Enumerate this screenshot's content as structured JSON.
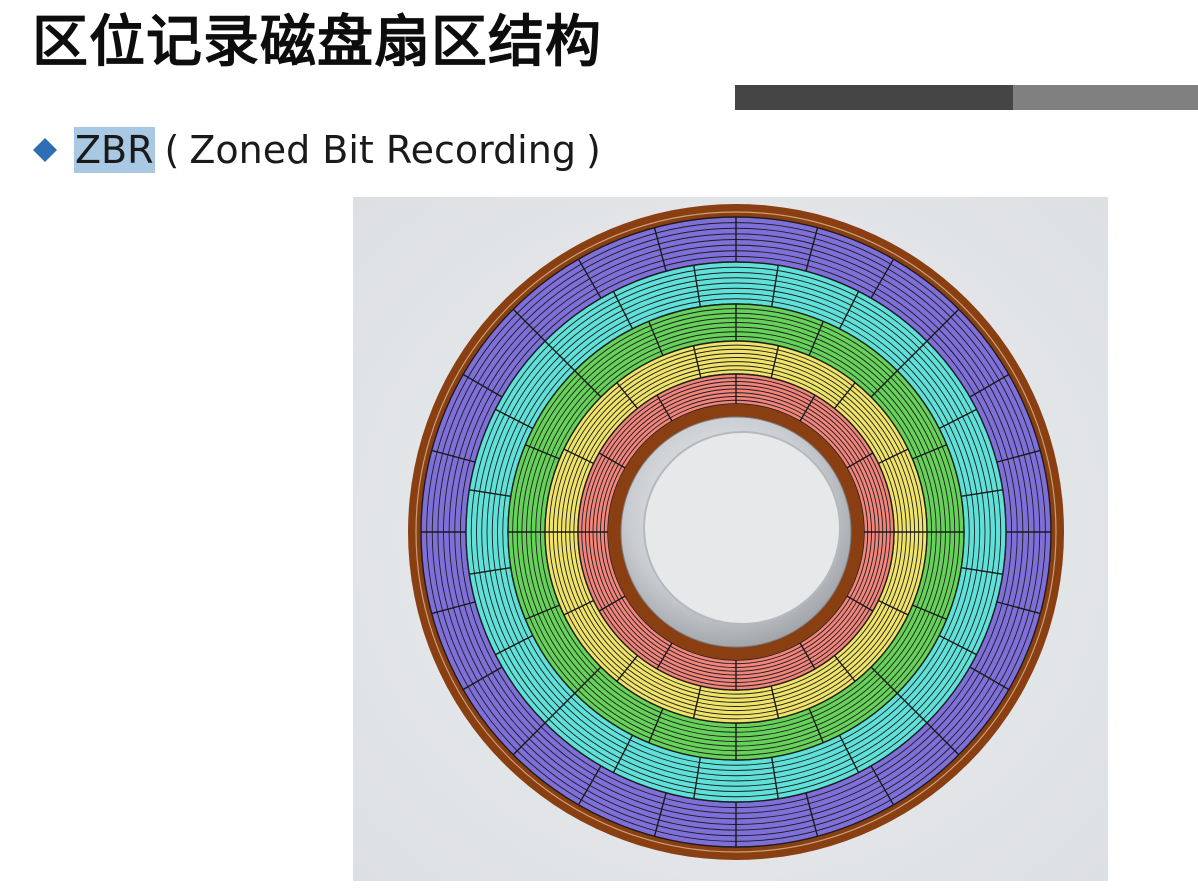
{
  "slide": {
    "title": "区位记录磁盘扇区结构",
    "title_bar_colors": {
      "dark": "#454545",
      "light": "#808080"
    }
  },
  "bullet": {
    "icon": "diamond-bullet-icon",
    "icon_color": "#2f6db5",
    "term": "ZBR",
    "term_highlight_color": "#a9c8e4",
    "open_paren": "(",
    "text": "Zoned Bit Recording",
    "close_paren": ")"
  },
  "figure": {
    "subject": "platter",
    "colors": {
      "background": "#dcdfe2",
      "copper": "#8a3f12",
      "zone_outer": "#7e6fd9",
      "zone_cyan": "#5fe0d9",
      "zone_green": "#66d25a",
      "zone_yellow": "#f0e36a",
      "zone_red": "#f1847b",
      "hub_metal": "#c9ccd0",
      "hole": "#e6e8ea"
    },
    "zones": [
      {
        "name": "zone-1",
        "color_key": "zone_outer",
        "sectors": 24
      },
      {
        "name": "zone-2",
        "color_key": "zone_cyan",
        "sectors": 20
      },
      {
        "name": "zone-3",
        "color_key": "zone_green",
        "sectors": 16
      },
      {
        "name": "zone-4",
        "color_key": "zone_yellow",
        "sectors": 14
      },
      {
        "name": "zone-5",
        "color_key": "zone_red",
        "sectors": 12
      }
    ]
  }
}
